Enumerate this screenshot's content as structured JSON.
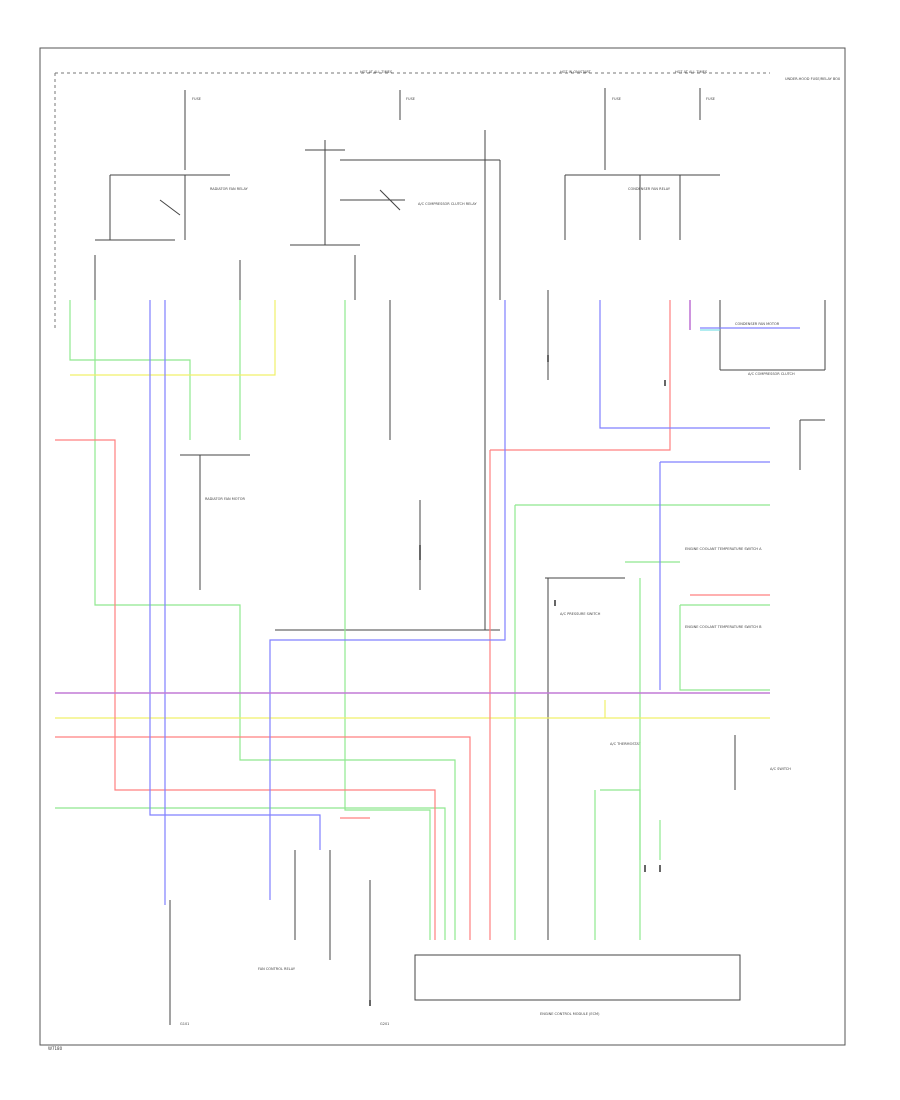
{
  "diagram": {
    "power_rails": [
      {
        "id": "rail-a",
        "label": "HOT AT ALL TIMES"
      },
      {
        "id": "rail-b",
        "label": "HOT IN ON/START"
      },
      {
        "id": "rail-c",
        "label": "HOT AT ALL TIMES"
      }
    ],
    "fuses": [
      {
        "id": "fuse-1",
        "label": "FUSE"
      },
      {
        "id": "fuse-2",
        "label": "FUSE"
      },
      {
        "id": "fuse-3",
        "label": "FUSE"
      },
      {
        "id": "fuse-4",
        "label": "FUSE"
      }
    ],
    "components": {
      "underhood_box": "UNDER-HOOD FUSE/RELAY BOX",
      "radiator_fan_relay": "RADIATOR FAN RELAY",
      "ac_compressor_relay": "A/C COMPRESSOR CLUTCH RELAY",
      "condenser_fan_relay": "CONDENSER FAN RELAY",
      "ac_compressor_clutch": "A/C COMPRESSOR CLUTCH",
      "engine_coolant_temp_switch_a": "ENGINE COOLANT TEMPERATURE SWITCH A",
      "engine_coolant_temp_switch_b": "ENGINE COOLANT TEMPERATURE SWITCH B",
      "radiator_fan_motor": "RADIATOR FAN MOTOR",
      "condenser_fan_motor": "CONDENSER FAN MOTOR",
      "ac_pressure_switch": "A/C PRESSURE SWITCH",
      "ac_thermostat": "A/C THERMOSTAT",
      "ac_switch": "A/C SWITCH",
      "fan_control_relay": "FAN CONTROL RELAY",
      "ecm": "ENGINE CONTROL MODULE (ECM)",
      "ground_left": "G101",
      "ground_right": "G201"
    },
    "reference": "W7180"
  }
}
